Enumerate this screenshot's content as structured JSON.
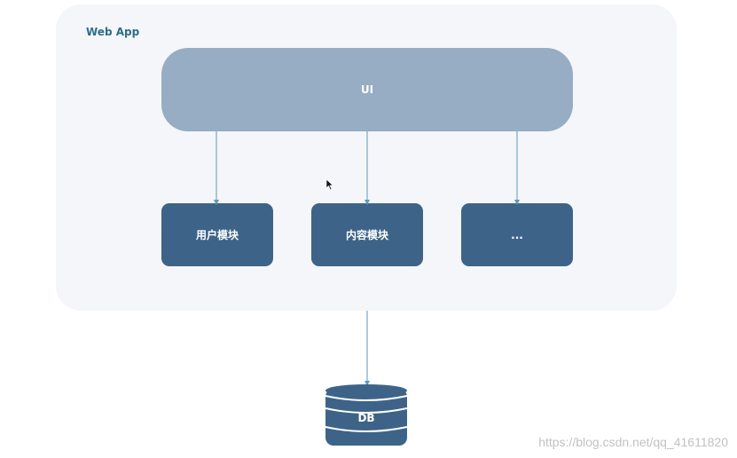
{
  "diagram": {
    "container_title": "Web App",
    "ui_label": "UI",
    "modules": [
      {
        "label": "用户模块"
      },
      {
        "label": "内容模块"
      },
      {
        "label": "..."
      }
    ],
    "db_label": "DB"
  },
  "watermark": "https://blog.csdn.net/qq_41611820",
  "colors": {
    "ui": "#97adc3",
    "module": "#3d6488",
    "container": "#f4f6fa",
    "arrow": "#5b9ab8",
    "title": "#2c6e87"
  },
  "icons": {
    "cursor": "mouse-pointer-icon"
  }
}
